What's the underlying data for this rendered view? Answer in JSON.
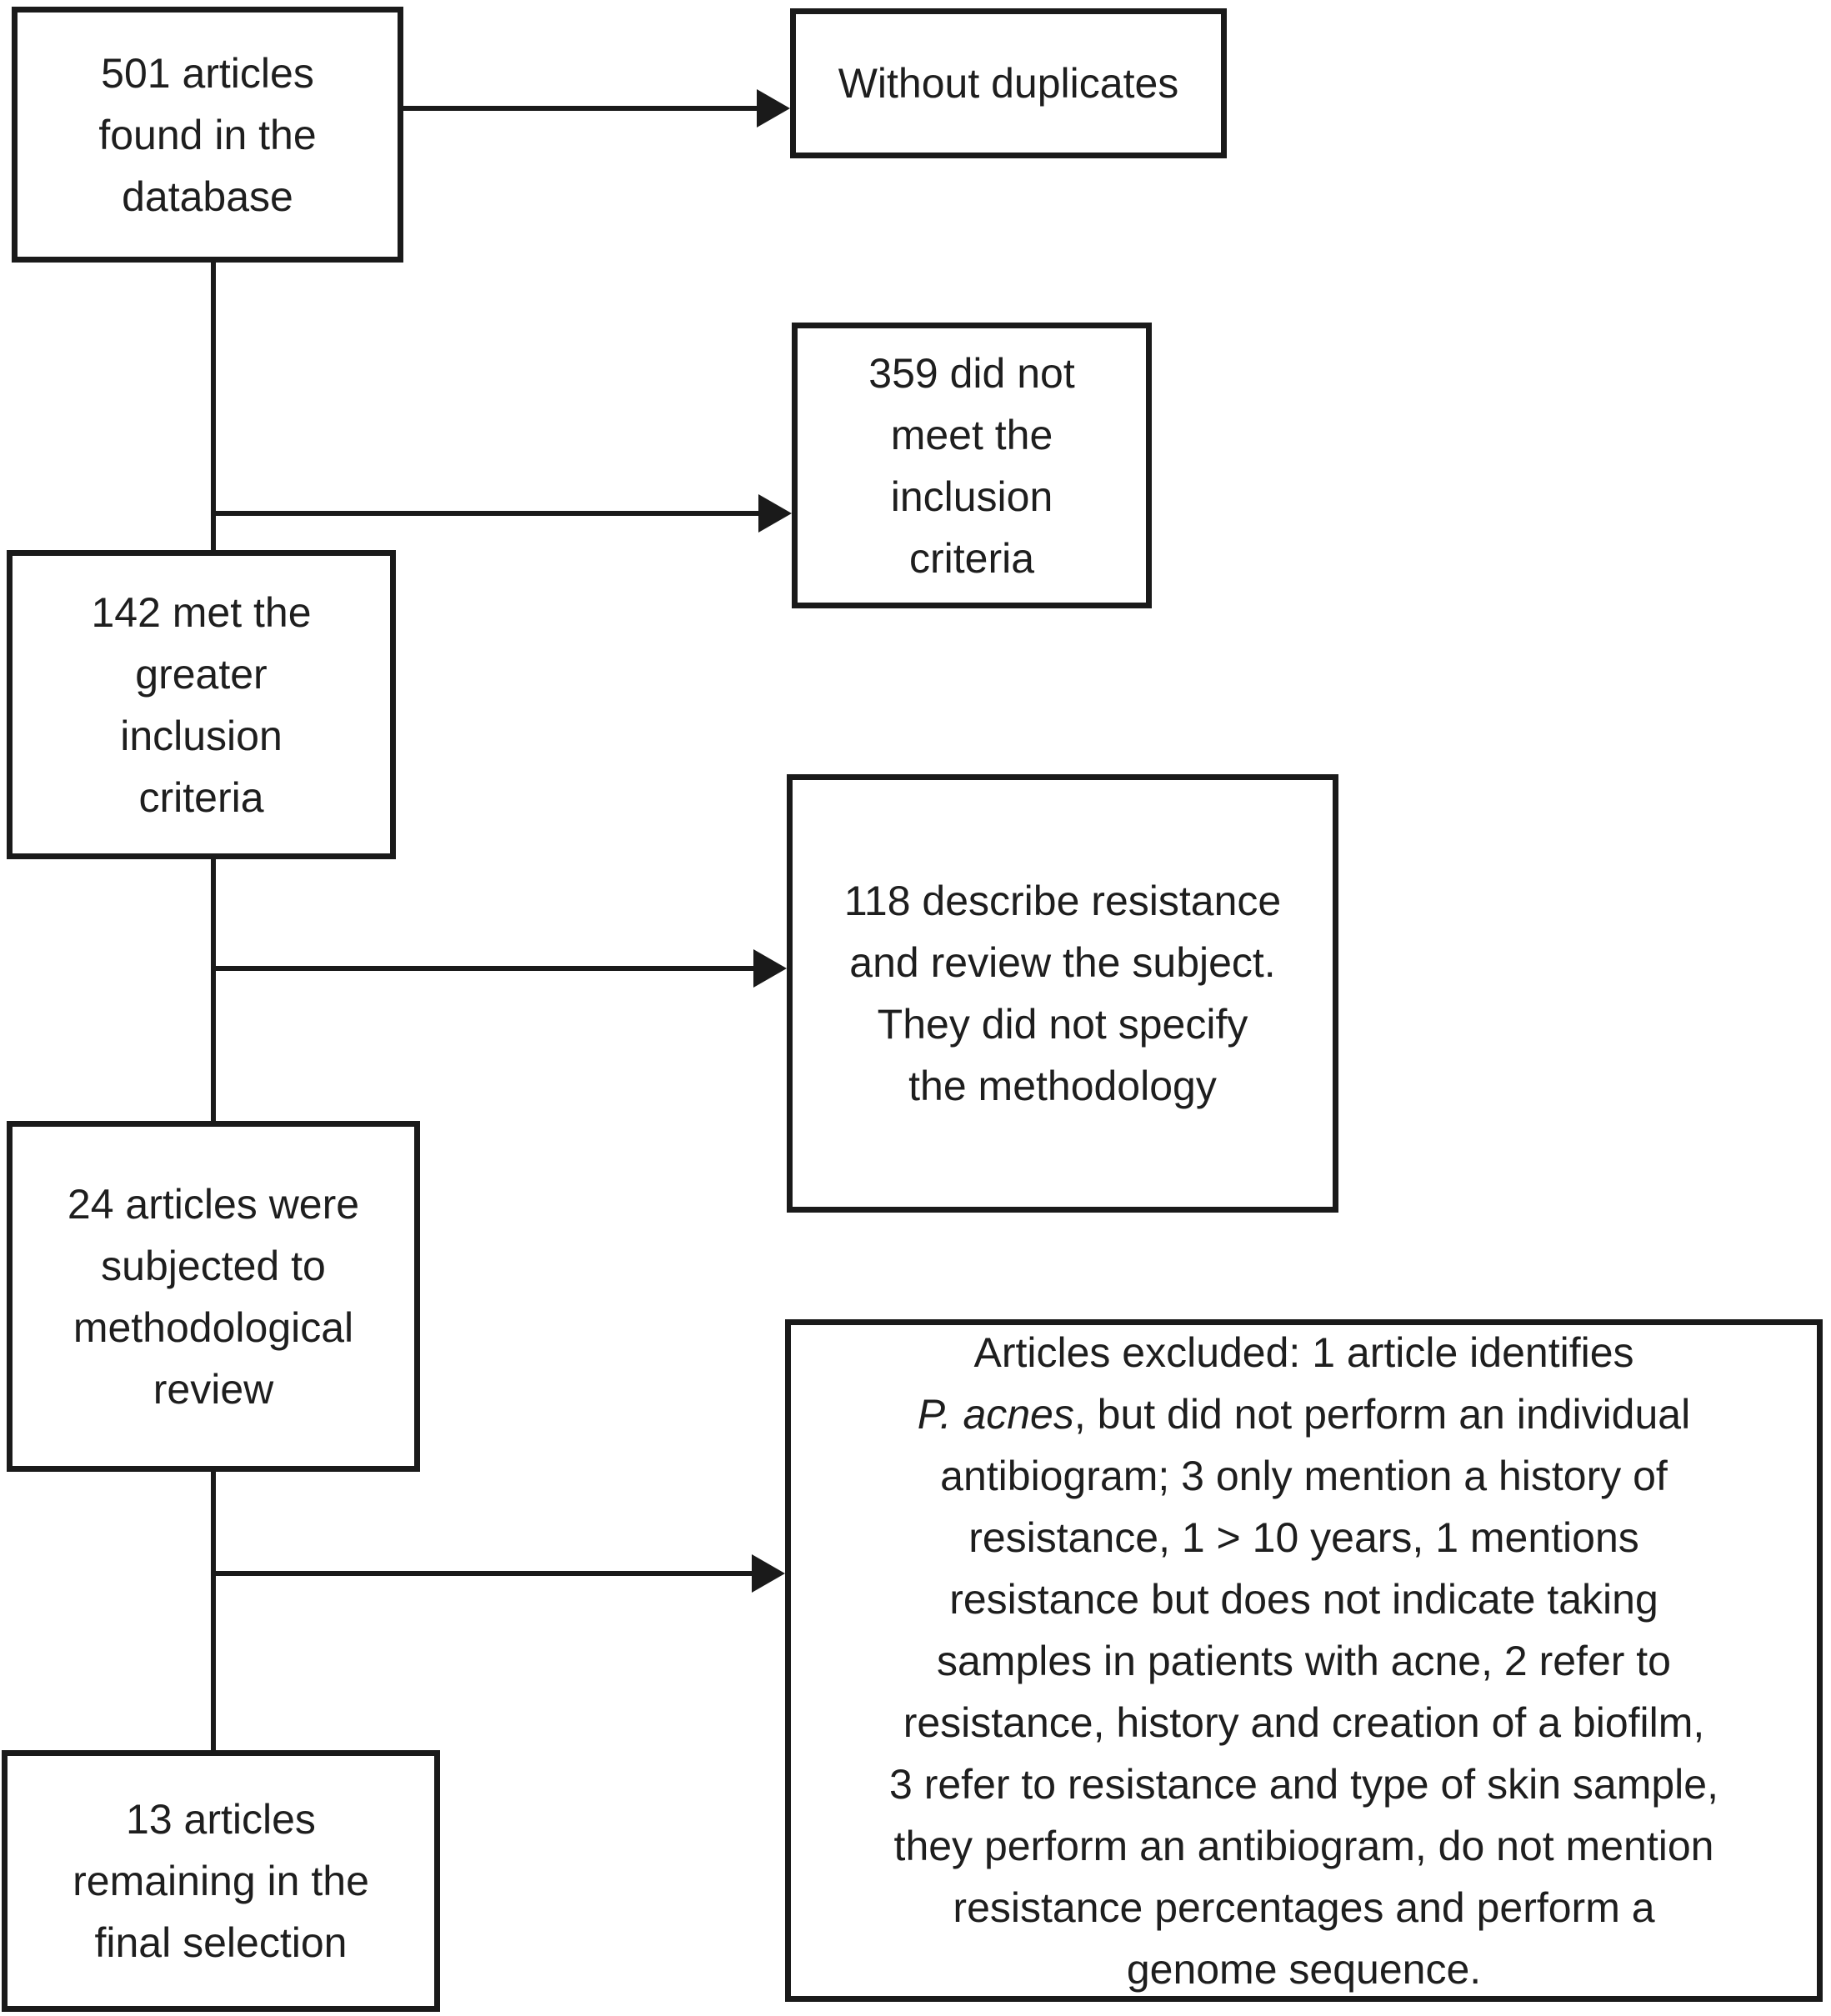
{
  "figure": {
    "type": "flowchart",
    "background_color": "#ffffff",
    "ink_color": "#1a1a1a",
    "left_boxes": [
      {
        "name": "articles-found",
        "text": "501 articles\nfound in the\ndatabase"
      },
      {
        "name": "met-inclusion-criteria",
        "text": "142 met the\ngreater\ninclusion\ncriteria"
      },
      {
        "name": "methodological-review",
        "text": "24 articles were\nsubjected to\nmethodological\nreview"
      },
      {
        "name": "final-selection",
        "text": "13 articles\nremaining in the\nfinal selection"
      }
    ],
    "right_boxes": [
      {
        "name": "without-duplicates",
        "text": "Without duplicates"
      },
      {
        "name": "did-not-meet-criteria",
        "text": "359 did not\nmeet the\ninclusion\ncriteria"
      },
      {
        "name": "describe-resistance",
        "text": "118 describe resistance\nand review the subject.\nThey did not specify\nthe methodology"
      },
      {
        "name": "articles-excluded",
        "text_prefix": "Articles excluded: 1 article identifies\n",
        "text_italic": "P. acnes",
        "text_suffix": ", but did not perform an individual\nantibiogram; 3 only mention a history of\nresistance, 1 > 10 years, 1 mentions\nresistance but does not indicate taking\nsamples in patients with acne, 2 refer to\nresistance, history and creation of a biofilm,\n3 refer to resistance and type of skin sample,\nthey perform an antibiogram, do not mention\nresistance percentages and perform a\ngenome sequence."
      }
    ]
  }
}
